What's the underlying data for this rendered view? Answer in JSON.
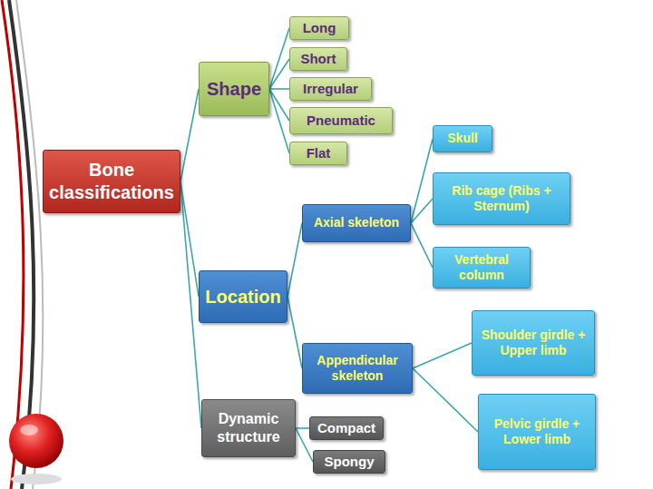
{
  "diagram": {
    "nodes": [
      {
        "text": [
          "Bone classifications"
        ]
      },
      {
        "text": [
          "Shape"
        ]
      },
      {
        "text": [
          "Long"
        ]
      },
      {
        "text": [
          "Short"
        ]
      },
      {
        "text": [
          "Irregular"
        ]
      },
      {
        "text": [
          "Pneumatic"
        ]
      },
      {
        "text": [
          "Flat"
        ]
      },
      {
        "text": [
          "Location"
        ]
      },
      {
        "text": [
          "Axial skeleton"
        ]
      },
      {
        "text": [
          "Skull"
        ]
      },
      {
        "text": [
          "Rib cage (Ribs + Sternum)"
        ]
      },
      {
        "text": [
          "Vertebral column"
        ]
      },
      {
        "text": [
          "Appendicular skeleton"
        ]
      },
      {
        "text": [
          "Shoulder girdle + Upper limb"
        ]
      },
      {
        "text": [
          "Pelvic girdle + Lower limb"
        ]
      },
      {
        "text": [
          "Dynamic structure"
        ]
      },
      {
        "text": [
          "Compact"
        ]
      },
      {
        "text": [
          "Spongy"
        ]
      }
    ],
    "edges": [
      {
        "from": 0,
        "to": 1,
        "arrow": "none"
      },
      {
        "from": 0,
        "to": 7,
        "arrow": "none"
      },
      {
        "from": 0,
        "to": 15,
        "arrow": "none"
      },
      {
        "from": 1,
        "to": 2,
        "arrow": "none"
      },
      {
        "from": 1,
        "to": 3,
        "arrow": "none"
      },
      {
        "from": 1,
        "to": 4,
        "arrow": "none"
      },
      {
        "from": 1,
        "to": 5,
        "arrow": "none"
      },
      {
        "from": 1,
        "to": 6,
        "arrow": "none"
      },
      {
        "from": 7,
        "to": 8,
        "arrow": "none"
      },
      {
        "from": 7,
        "to": 12,
        "arrow": "none"
      },
      {
        "from": 8,
        "to": 9,
        "arrow": "none"
      },
      {
        "from": 8,
        "to": 10,
        "arrow": "none"
      },
      {
        "from": 8,
        "to": 11,
        "arrow": "none"
      },
      {
        "from": 12,
        "to": 13,
        "arrow": "none"
      },
      {
        "from": 12,
        "to": 14,
        "arrow": "none"
      },
      {
        "from": 15,
        "to": 16,
        "arrow": "none"
      },
      {
        "from": 15,
        "to": 17,
        "arrow": "none"
      }
    ]
  }
}
